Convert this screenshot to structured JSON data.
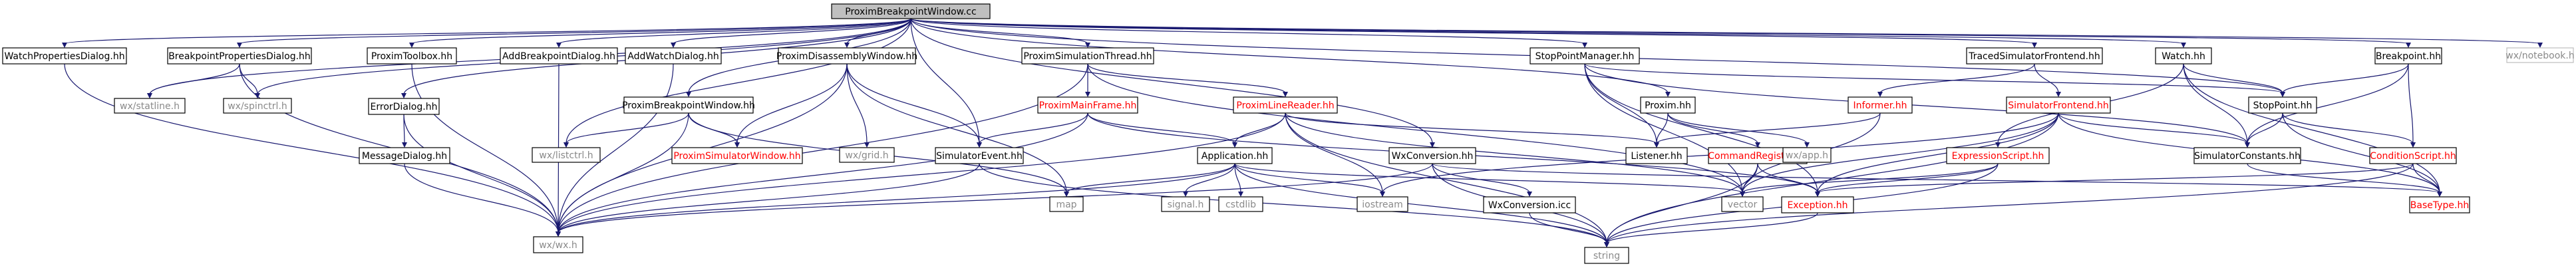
{
  "diagram": {
    "type": "include-dependency-graph",
    "colors": {
      "edge": "#191970",
      "root_fill": "#bfbfbf",
      "node_border": "#000000",
      "ghost_border": "#bfbfbf",
      "linked_text": "#ff0000",
      "system_text": "#8a8a8a"
    },
    "nodes": [
      {
        "id": "root",
        "label": "ProximBreakpointWindow.cc",
        "kind": "root"
      },
      {
        "id": "watchprops",
        "label": "WatchPropertiesDialog.hh",
        "kind": "normal"
      },
      {
        "id": "bpprops",
        "label": "BreakpointPropertiesDialog.hh",
        "kind": "normal"
      },
      {
        "id": "statline",
        "label": "wx/statline.h",
        "kind": "system"
      },
      {
        "id": "spinctrl",
        "label": "wx/spinctrl.h",
        "kind": "system"
      },
      {
        "id": "toolbox",
        "label": "ProximToolbox.hh",
        "kind": "normal"
      },
      {
        "id": "errordlg",
        "label": "ErrorDialog.hh",
        "kind": "normal"
      },
      {
        "id": "msgdlg",
        "label": "MessageDialog.hh",
        "kind": "normal"
      },
      {
        "id": "addbp",
        "label": "AddBreakpointDialog.hh",
        "kind": "normal"
      },
      {
        "id": "addwatch",
        "label": "AddWatchDialog.hh",
        "kind": "normal"
      },
      {
        "id": "pbpw",
        "label": "ProximBreakpointWindow.hh",
        "kind": "normal"
      },
      {
        "id": "listctrl",
        "label": "wx/listctrl.h",
        "kind": "system"
      },
      {
        "id": "psimwin",
        "label": "ProximSimulatorWindow.hh",
        "kind": "linked"
      },
      {
        "id": "disasm",
        "label": "ProximDisassemblyWindow.hh",
        "kind": "normal"
      },
      {
        "id": "grid",
        "label": "wx/grid.h",
        "kind": "system"
      },
      {
        "id": "simevent",
        "label": "SimulatorEvent.hh",
        "kind": "normal"
      },
      {
        "id": "simthread",
        "label": "ProximSimulationThread.hh",
        "kind": "normal"
      },
      {
        "id": "mainframe",
        "label": "ProximMainFrame.hh",
        "kind": "linked"
      },
      {
        "id": "linereader",
        "label": "ProximLineReader.hh",
        "kind": "linked"
      },
      {
        "id": "application",
        "label": "Application.hh",
        "kind": "normal"
      },
      {
        "id": "signal",
        "label": "signal.h",
        "kind": "system"
      },
      {
        "id": "cstdlib",
        "label": "cstdlib",
        "kind": "system"
      },
      {
        "id": "wxwx",
        "label": "wx/wx.h",
        "kind": "system"
      },
      {
        "id": "map",
        "label": "map",
        "kind": "system"
      },
      {
        "id": "iostream",
        "label": "iostream",
        "kind": "system"
      },
      {
        "id": "wxconv",
        "label": "WxConversion.hh",
        "kind": "normal"
      },
      {
        "id": "wxconvicc",
        "label": "WxConversion.icc",
        "kind": "normal"
      },
      {
        "id": "string",
        "label": "string",
        "kind": "system"
      },
      {
        "id": "vector",
        "label": "vector",
        "kind": "system"
      },
      {
        "id": "spmgr",
        "label": "StopPointManager.hh",
        "kind": "normal"
      },
      {
        "id": "proxim",
        "label": "Proxim.hh",
        "kind": "normal"
      },
      {
        "id": "listener",
        "label": "Listener.hh",
        "kind": "normal"
      },
      {
        "id": "cmdreg",
        "label": "CommandRegistry.hh",
        "kind": "linked"
      },
      {
        "id": "exception",
        "label": "Exception.hh",
        "kind": "linked"
      },
      {
        "id": "wxapp",
        "label": "wx/app.h",
        "kind": "system"
      },
      {
        "id": "tracedsim",
        "label": "TracedSimulatorFrontend.hh",
        "kind": "normal"
      },
      {
        "id": "informer",
        "label": "Informer.hh",
        "kind": "linked"
      },
      {
        "id": "simfront",
        "label": "SimulatorFrontend.hh",
        "kind": "linked"
      },
      {
        "id": "exprscript",
        "label": "ExpressionScript.hh",
        "kind": "linked"
      },
      {
        "id": "watch",
        "label": "Watch.hh",
        "kind": "normal"
      },
      {
        "id": "stoppoint",
        "label": "StopPoint.hh",
        "kind": "normal"
      },
      {
        "id": "simconst",
        "label": "SimulatorConstants.hh",
        "kind": "normal"
      },
      {
        "id": "breakpoint",
        "label": "Breakpoint.hh",
        "kind": "normal"
      },
      {
        "id": "condscript",
        "label": "ConditionScript.hh",
        "kind": "linked"
      },
      {
        "id": "basetype",
        "label": "BaseType.hh",
        "kind": "linked"
      },
      {
        "id": "notebook",
        "label": "wx/notebook.h",
        "kind": "ghost"
      }
    ],
    "edges": [
      [
        "root",
        "watchprops"
      ],
      [
        "root",
        "bpprops"
      ],
      [
        "root",
        "statline"
      ],
      [
        "root",
        "spinctrl"
      ],
      [
        "root",
        "toolbox"
      ],
      [
        "root",
        "errordlg"
      ],
      [
        "root",
        "addbp"
      ],
      [
        "root",
        "addwatch"
      ],
      [
        "root",
        "listctrl"
      ],
      [
        "root",
        "pbpw"
      ],
      [
        "root",
        "disasm"
      ],
      [
        "root",
        "simevent"
      ],
      [
        "root",
        "simthread"
      ],
      [
        "root",
        "wxconv"
      ],
      [
        "root",
        "spmgr"
      ],
      [
        "root",
        "proxim"
      ],
      [
        "root",
        "tracedsim"
      ],
      [
        "root",
        "watch"
      ],
      [
        "root",
        "breakpoint"
      ],
      [
        "root",
        "stoppoint"
      ],
      [
        "root",
        "notebook"
      ],
      [
        "watchprops",
        "wxwx"
      ],
      [
        "bpprops",
        "statline"
      ],
      [
        "bpprops",
        "spinctrl"
      ],
      [
        "bpprops",
        "wxwx"
      ],
      [
        "toolbox",
        "wxwx"
      ],
      [
        "errordlg",
        "msgdlg"
      ],
      [
        "errordlg",
        "wxwx"
      ],
      [
        "msgdlg",
        "wxwx"
      ],
      [
        "addbp",
        "wxwx"
      ],
      [
        "addwatch",
        "wxwx"
      ],
      [
        "pbpw",
        "listctrl"
      ],
      [
        "pbpw",
        "psimwin"
      ],
      [
        "pbpw",
        "wxwx"
      ],
      [
        "pbpw",
        "map"
      ],
      [
        "disasm",
        "psimwin"
      ],
      [
        "disasm",
        "grid"
      ],
      [
        "disasm",
        "simevent"
      ],
      [
        "disasm",
        "map"
      ],
      [
        "disasm",
        "wxwx"
      ],
      [
        "simevent",
        "wxwx"
      ],
      [
        "simevent",
        "string"
      ],
      [
        "simthread",
        "mainframe"
      ],
      [
        "simthread",
        "linereader"
      ],
      [
        "simthread",
        "wxwx"
      ],
      [
        "simthread",
        "vector"
      ],
      [
        "mainframe",
        "wxwx"
      ],
      [
        "mainframe",
        "simevent"
      ],
      [
        "mainframe",
        "application"
      ],
      [
        "mainframe",
        "exception"
      ],
      [
        "linereader",
        "application"
      ],
      [
        "linereader",
        "iostream"
      ],
      [
        "linereader",
        "string"
      ],
      [
        "linereader",
        "vector"
      ],
      [
        "linereader",
        "wxwx"
      ],
      [
        "linereader",
        "listener"
      ],
      [
        "application",
        "signal"
      ],
      [
        "application",
        "cstdlib"
      ],
      [
        "application",
        "iostream"
      ],
      [
        "application",
        "map"
      ],
      [
        "application",
        "string"
      ],
      [
        "application",
        "vector"
      ],
      [
        "application",
        "wxwx"
      ],
      [
        "wxconv",
        "wxconvicc"
      ],
      [
        "wxconv",
        "string"
      ],
      [
        "wxconv",
        "wxwx"
      ],
      [
        "wxconv",
        "basetype"
      ],
      [
        "wxconvicc",
        "string"
      ],
      [
        "spmgr",
        "vector"
      ],
      [
        "spmgr",
        "listener"
      ],
      [
        "spmgr",
        "exception"
      ],
      [
        "spmgr",
        "simconst"
      ],
      [
        "spmgr",
        "stoppoint"
      ],
      [
        "proxim",
        "wxapp"
      ],
      [
        "proxim",
        "listener"
      ],
      [
        "proxim",
        "cmdreg"
      ],
      [
        "cmdreg",
        "vector"
      ],
      [
        "cmdreg",
        "exception"
      ],
      [
        "cmdreg",
        "string"
      ],
      [
        "exception",
        "string"
      ],
      [
        "tracedsim",
        "informer"
      ],
      [
        "tracedsim",
        "simfront"
      ],
      [
        "informer",
        "vector"
      ],
      [
        "informer",
        "listener"
      ],
      [
        "simfront",
        "iostream"
      ],
      [
        "simfront",
        "exception"
      ],
      [
        "simfront",
        "simconst"
      ],
      [
        "simfront",
        "basetype"
      ],
      [
        "simfront",
        "string"
      ],
      [
        "simfront",
        "vector"
      ],
      [
        "watch",
        "exprscript"
      ],
      [
        "watch",
        "stoppoint"
      ],
      [
        "watch",
        "simconst"
      ],
      [
        "watch",
        "basetype"
      ],
      [
        "exprscript",
        "vector"
      ],
      [
        "exprscript",
        "exception"
      ],
      [
        "exprscript",
        "string"
      ],
      [
        "breakpoint",
        "stoppoint"
      ],
      [
        "breakpoint",
        "condscript"
      ],
      [
        "breakpoint",
        "simconst"
      ],
      [
        "stoppoint",
        "condscript"
      ],
      [
        "stoppoint",
        "simconst"
      ],
      [
        "stoppoint",
        "basetype"
      ],
      [
        "simconst",
        "basetype"
      ],
      [
        "condscript",
        "exception"
      ],
      [
        "condscript",
        "string"
      ],
      [
        "condscript",
        "basetype"
      ]
    ]
  }
}
